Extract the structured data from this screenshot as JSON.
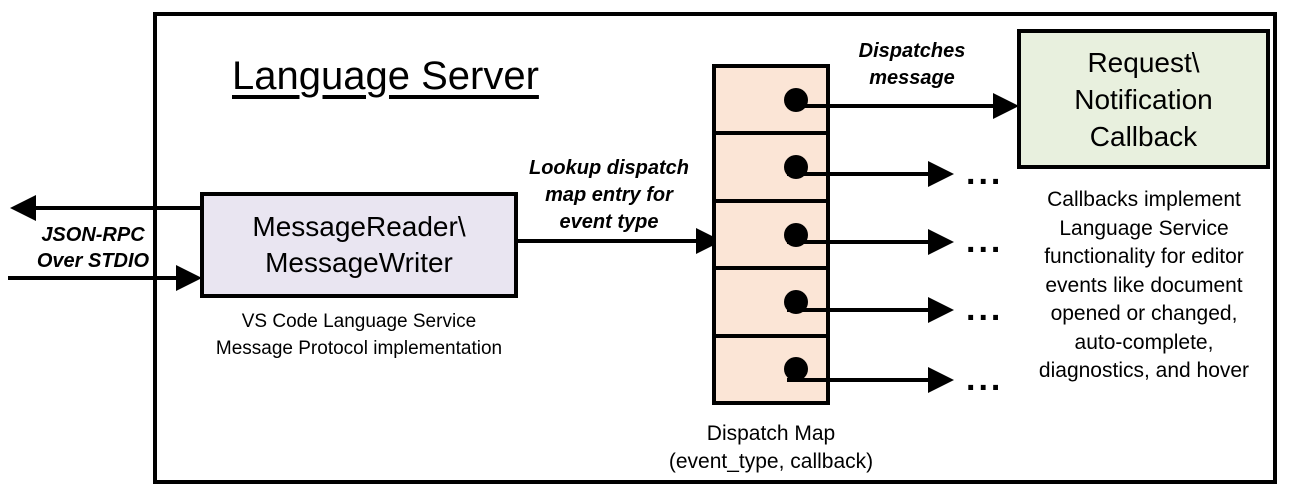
{
  "diagram": {
    "container": {
      "title": "Language Server"
    },
    "external_io": {
      "label_line1": "JSON-RPC",
      "label_line2": "Over STDIO",
      "outgoing_arrow": "arrow-left-icon",
      "incoming_arrow": "arrow-right-icon"
    },
    "message_io_box": {
      "line1": "MessageReader\\",
      "line2": "MessageWriter",
      "caption_line1": "VS Code Language Service",
      "caption_line2": "Message Protocol implementation",
      "fill_color": "#E9E5F1",
      "border_color": "#000000"
    },
    "lookup_arrow": {
      "label_line1": "Lookup dispatch",
      "label_line2": "map entry for",
      "label_line3": "event type"
    },
    "dispatch_map": {
      "caption_line1": "Dispatch Map",
      "caption_line2": "(event_type, callback)",
      "fill_color": "#FBE5D6",
      "border_color": "#000000",
      "rows": [
        {
          "dot": "entry-dot-icon"
        },
        {
          "dot": "entry-dot-icon"
        },
        {
          "dot": "entry-dot-icon"
        },
        {
          "dot": "entry-dot-icon"
        },
        {
          "dot": "entry-dot-icon"
        }
      ]
    },
    "dispatch_message_arrow": {
      "label_line1": "Dispatches",
      "label_line2": "message"
    },
    "callback_box": {
      "line1": "Request\\",
      "line2": "Notification",
      "line3": "Callback",
      "caption_line1": "Callbacks implement",
      "caption_line2": "Language Service",
      "caption_line3": "functionality for editor",
      "caption_line4": "events like document",
      "caption_line5": "opened or changed,",
      "caption_line6": "auto-complete,",
      "caption_line7": "diagnostics, and hover",
      "fill_color": "#E8F0DE",
      "border_color": "#000000"
    },
    "continuation_markers": {
      "row2": "...",
      "row3": "...",
      "row4": "...",
      "row5": "..."
    }
  }
}
